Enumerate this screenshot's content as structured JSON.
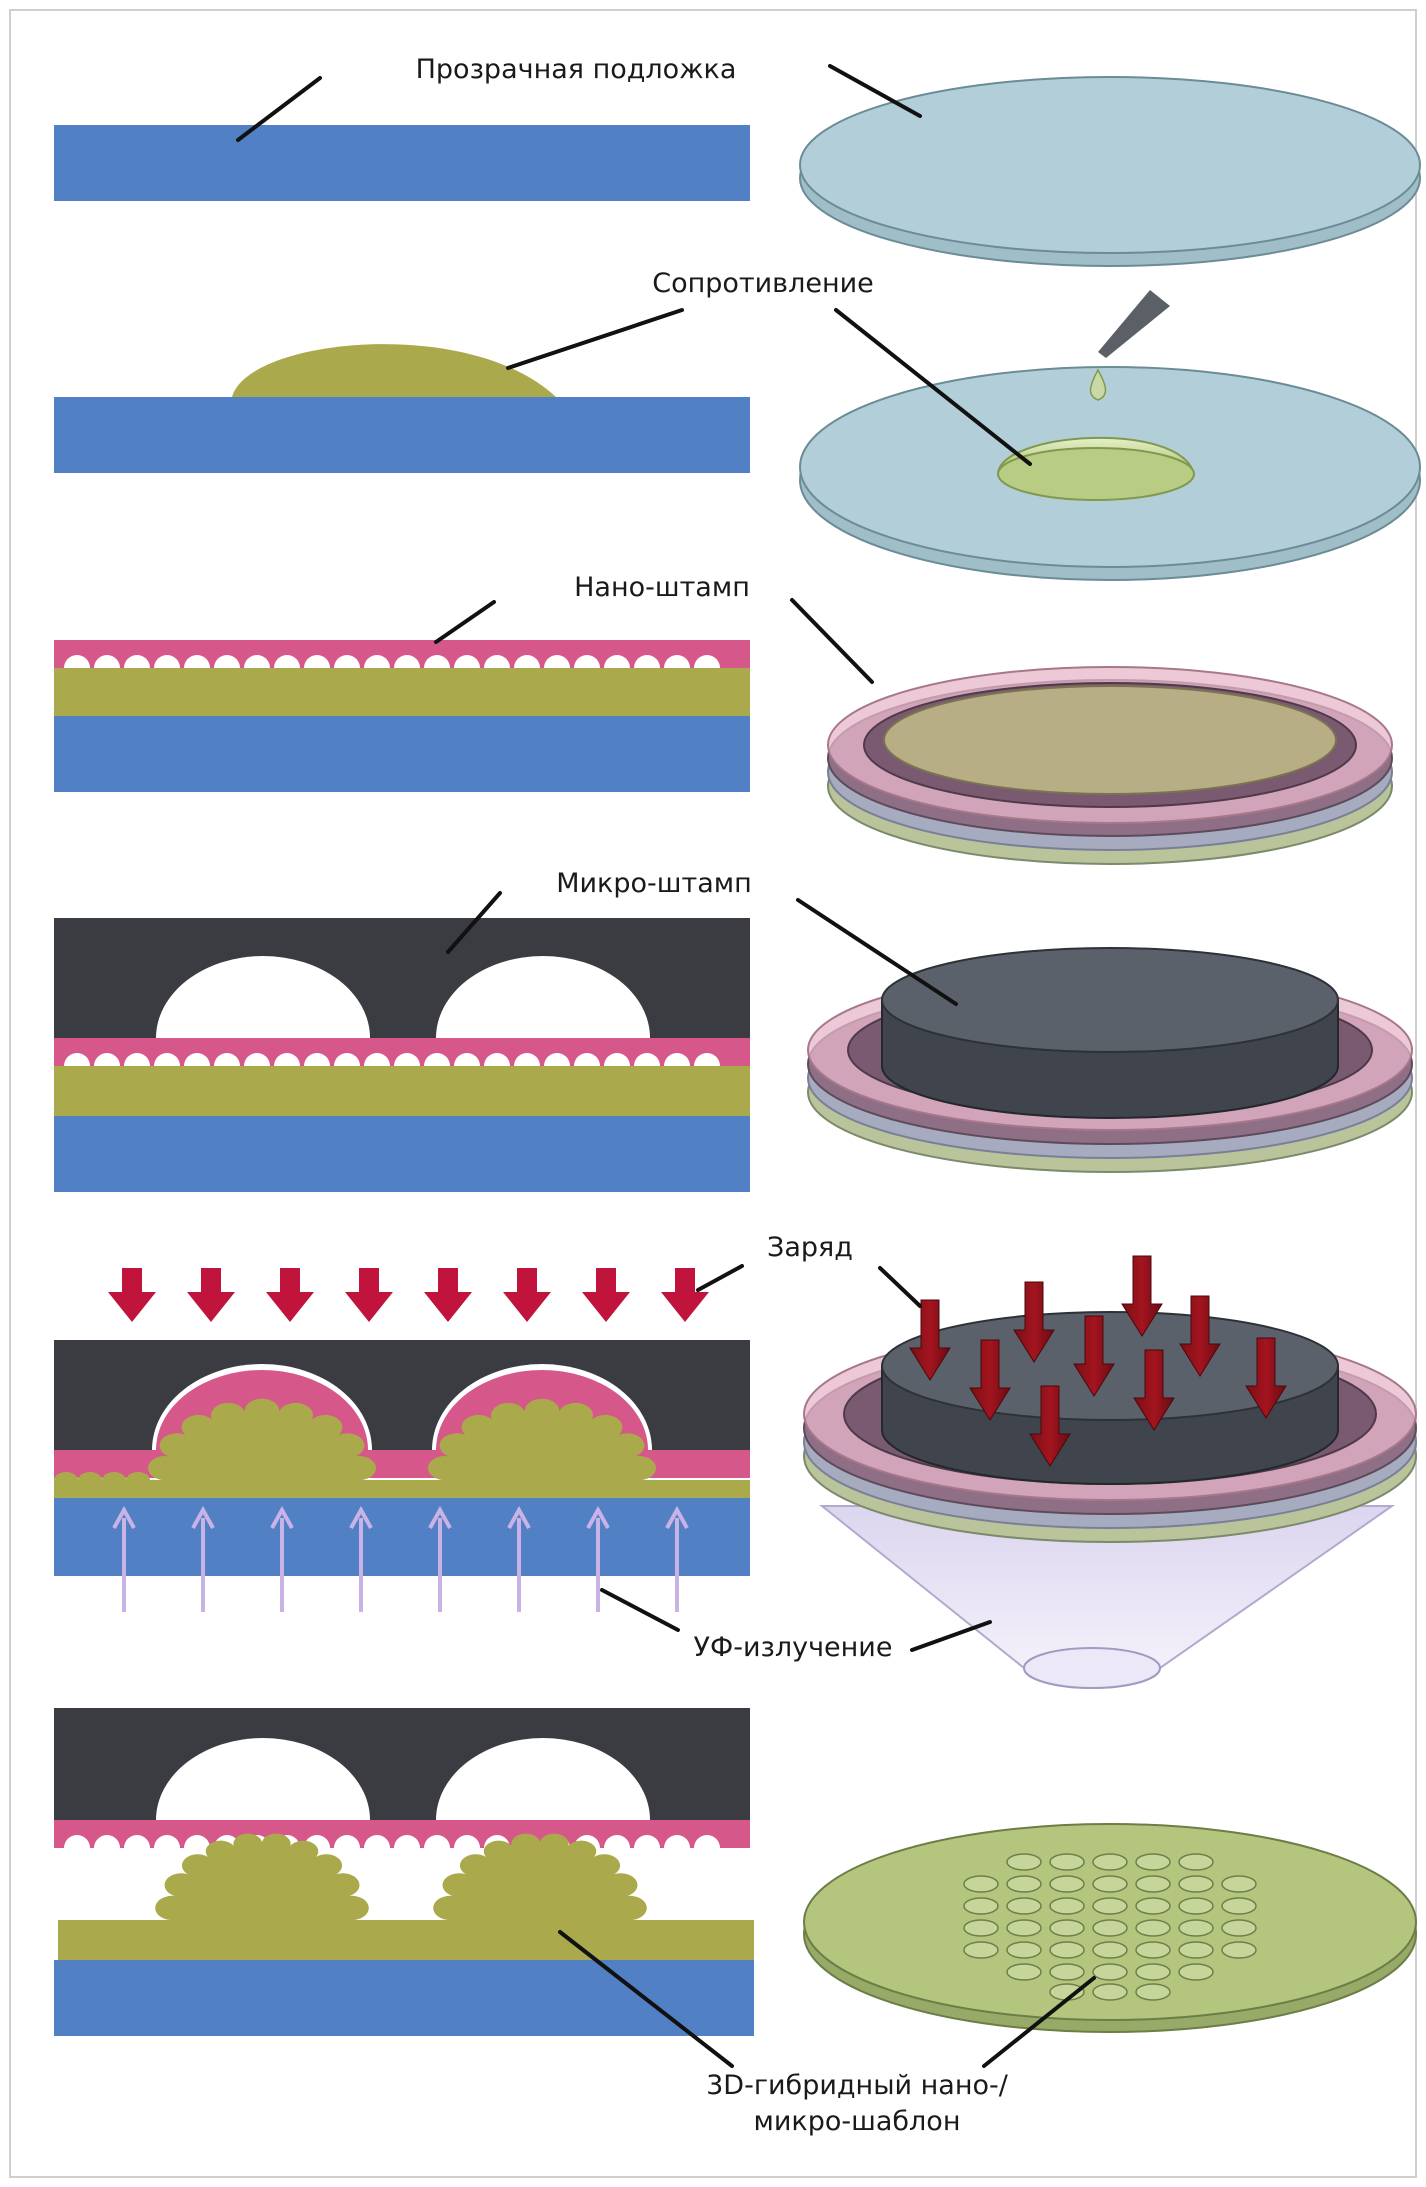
{
  "labels": {
    "substrate": "Прозрачная подложка",
    "resist": "Сопротивление",
    "nano_stamp": "Нано-штамп",
    "micro_stamp": "Микро-штамп",
    "charge": "Заряд",
    "uv": "УФ-излучение",
    "result_line1": "3D-гибридный нано-/",
    "result_line2": "микро-шаблон"
  },
  "colors": {
    "substrate": "#5181c4",
    "resist": "#aaa94b",
    "nano_stamp": "#d6578a",
    "micro_stamp": "#3a3c42",
    "arrow_red": "#c0143c",
    "uv_arrow": "#c9b3e6",
    "disk_blue": "#aecbd6",
    "disk_green": "#b4c67e"
  }
}
